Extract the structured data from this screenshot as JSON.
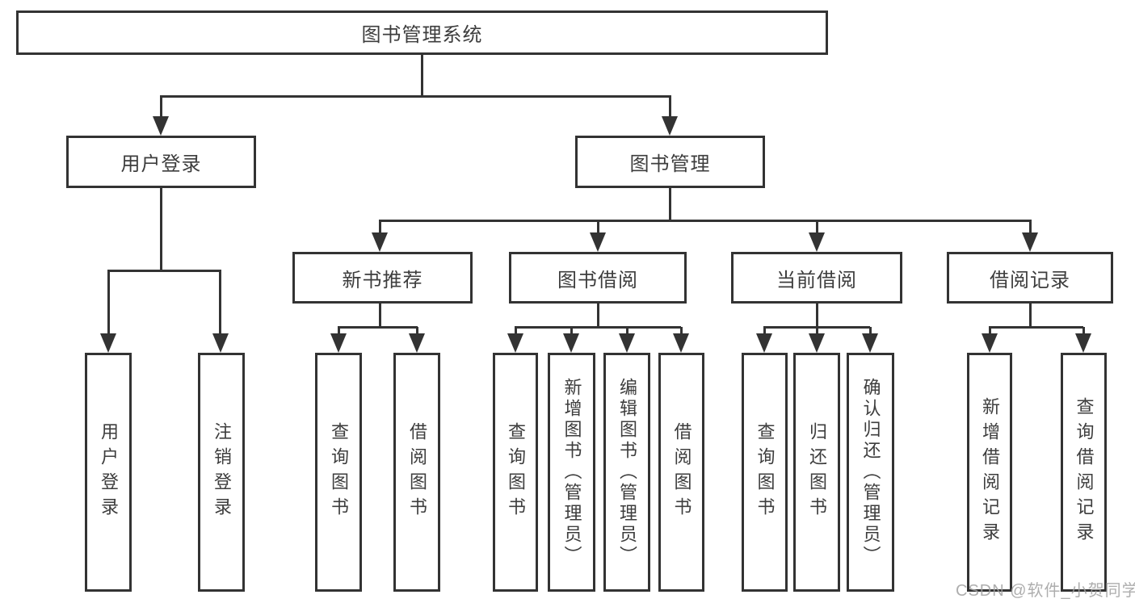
{
  "diagram": {
    "title": "图书管理系统",
    "level2": [
      "用户登录",
      "图书管理"
    ],
    "level3": [
      "新书推荐",
      "图书借阅",
      "当前借阅",
      "借阅记录"
    ],
    "leaves": {
      "user_login": [
        "用户登录",
        "注销登录"
      ],
      "new_book_rec": [
        "查询图书",
        "借阅图书"
      ],
      "book_borrow": [
        "查询图书",
        "新增图书（管理员）",
        "编辑图书（管理员）",
        "借阅图书"
      ],
      "current_borrow": [
        "查询图书",
        "归还图书",
        "确认归还（管理员）"
      ],
      "borrow_records": [
        "新增借阅记录",
        "查询借阅记录"
      ]
    },
    "watermark": "CSDN @软件_小贺同学",
    "colors": {
      "line": "#333333",
      "text": "#3d3d3d",
      "box_background": "#ffffff",
      "watermark": "#a0a0a0",
      "page_background": "#ffffff"
    }
  }
}
